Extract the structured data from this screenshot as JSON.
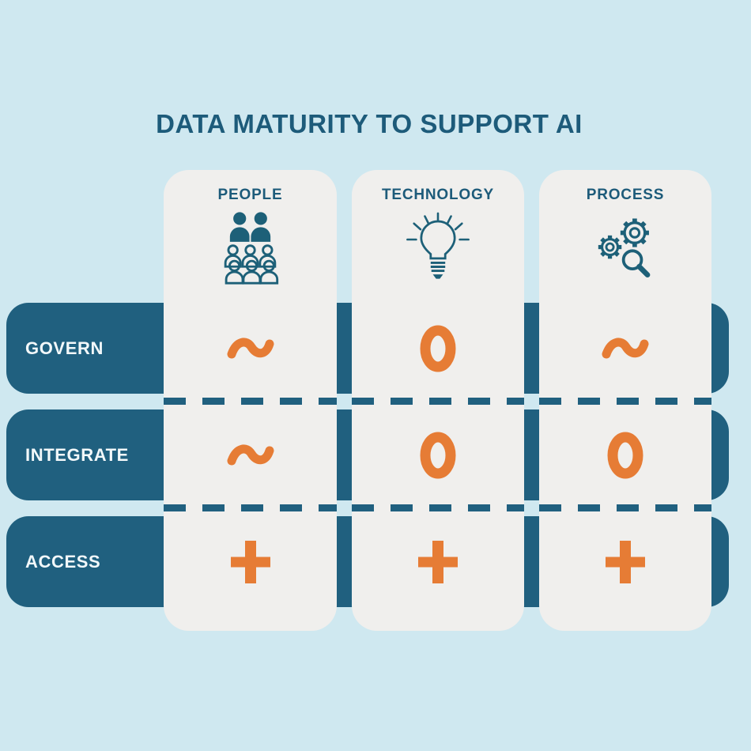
{
  "title": "DATA MATURITY TO SUPPORT AI",
  "columns": [
    {
      "label": "PEOPLE",
      "icon": "people-group-icon"
    },
    {
      "label": "TECHNOLOGY",
      "icon": "lightbulb-icon"
    },
    {
      "label": "PROCESS",
      "icon": "gears-magnifier-icon"
    }
  ],
  "rows": [
    {
      "label": "GOVERN"
    },
    {
      "label": "INTEGRATE"
    },
    {
      "label": "ACCESS"
    }
  ],
  "matrix": {
    "cells": [
      [
        "tilde",
        "circle",
        "tilde"
      ],
      [
        "tilde",
        "circle",
        "circle"
      ],
      [
        "plus",
        "plus",
        "plus"
      ]
    ]
  },
  "symbols": {
    "tilde": "~",
    "circle": "O",
    "plus": "+"
  },
  "colors": {
    "background": "#cfe8f0",
    "row_band": "#20607f",
    "column_panel": "#f0efed",
    "accent_orange": "#e67c35",
    "heading_text": "#1d5b7a",
    "icon_teal": "#1d6078",
    "row_label_text": "#f2f8fa"
  }
}
